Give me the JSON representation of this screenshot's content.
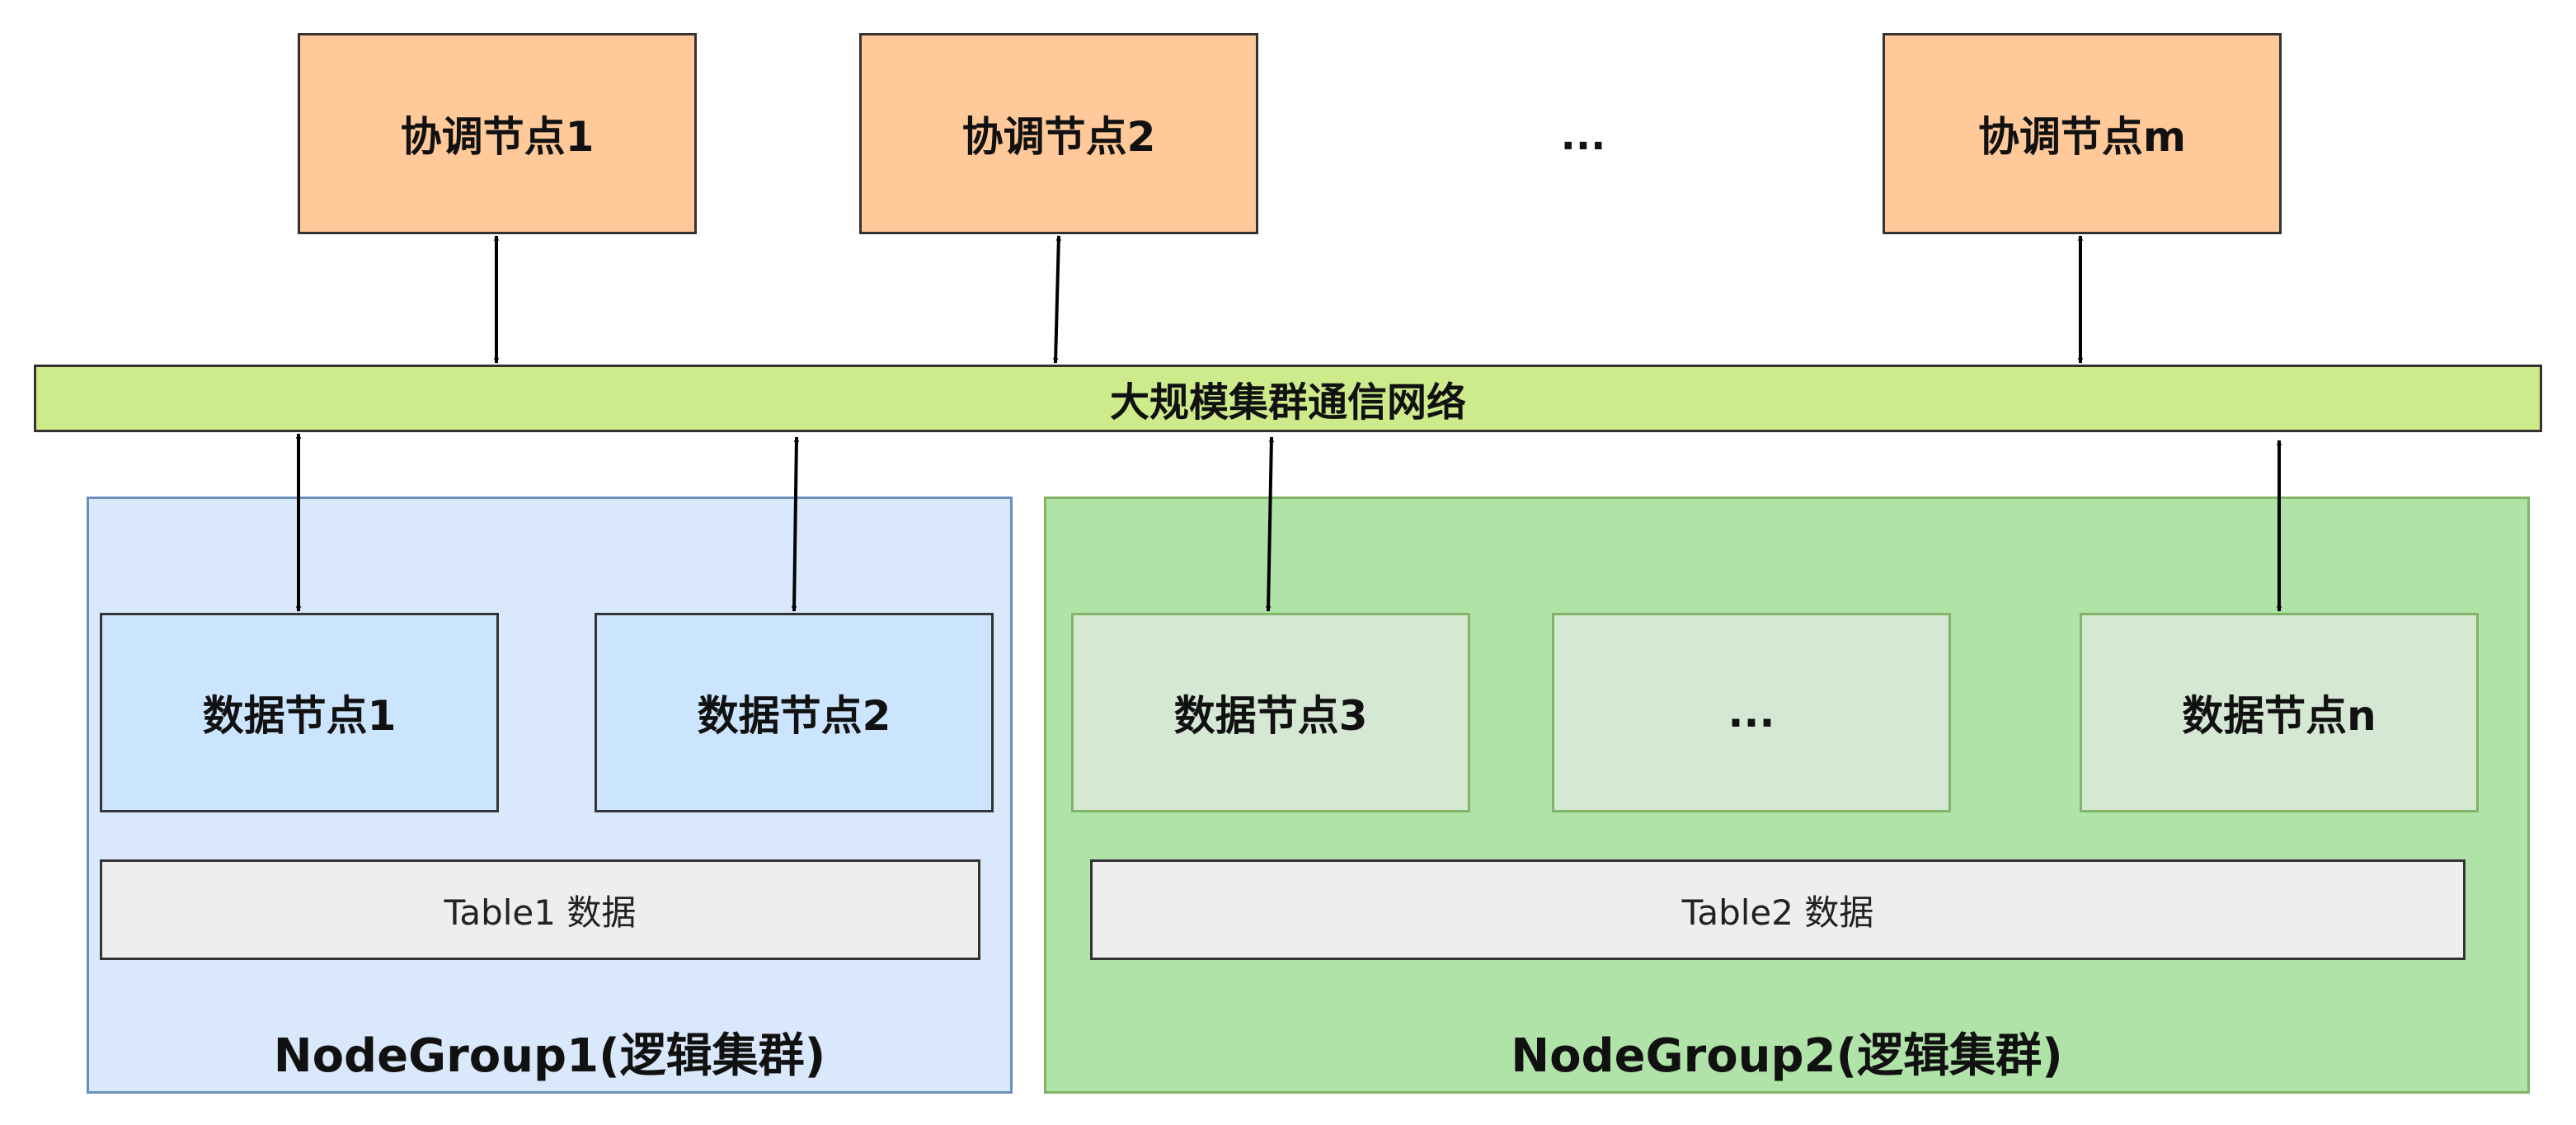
{
  "coordinators": {
    "node1": "协调节点1",
    "node2": "协调节点2",
    "ellipsis": "...",
    "nodem": "协调节点m"
  },
  "network": {
    "label": "大规模集群通信网络"
  },
  "groups": [
    {
      "label": "NodeGroup1(逻辑集群)",
      "data_nodes": [
        "数据节点1",
        "数据节点2"
      ],
      "table": "Table1 数据"
    },
    {
      "label": "NodeGroup2(逻辑集群)",
      "data_nodes": [
        "数据节点3",
        "...",
        "数据节点n"
      ],
      "table": "Table2 数据"
    }
  ],
  "colors": {
    "coordinator_fill": "#ffc999",
    "network_fill": "#cdeb8b",
    "group1_fill": "#dae8fc",
    "group2_fill": "#b0e3a8",
    "data_node_blue": "#cce5ff",
    "data_node_green": "#d5e8d4",
    "table_fill": "#eeeeee"
  }
}
